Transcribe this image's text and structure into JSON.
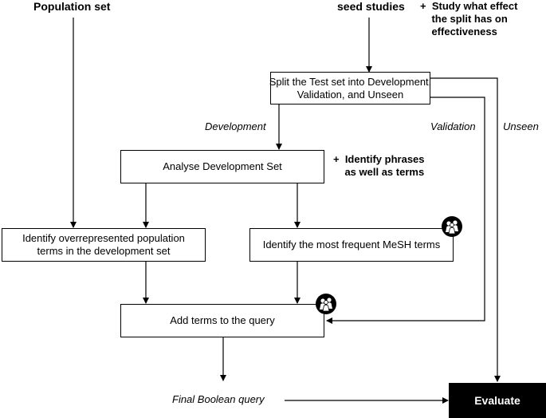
{
  "inputs": {
    "population_set": "Population set",
    "seed_studies": "seed studies"
  },
  "notes": {
    "split_note": "+  Study what effect\n    the split has on\n    effectiveness",
    "phrases_note": "+  Identify phrases\n    as well as terms"
  },
  "boxes": {
    "split": "Split the Test set into Development,\nValidation, and Unseen",
    "analyse": "Analyse Development Set",
    "identify_population": "Identify overrepresented population\nterms in the development set",
    "identify_mesh": "Identify the most frequent MeSH terms",
    "add_terms": "Add terms to the query",
    "evaluate": "Evaluate"
  },
  "edge_labels": {
    "development": "Development",
    "validation": "Validation",
    "unseen": "Unseen",
    "final_query": "Final Boolean query"
  },
  "icons": {
    "mesh_badge": "people-group-icon",
    "add_terms_badge": "people-group-icon"
  }
}
